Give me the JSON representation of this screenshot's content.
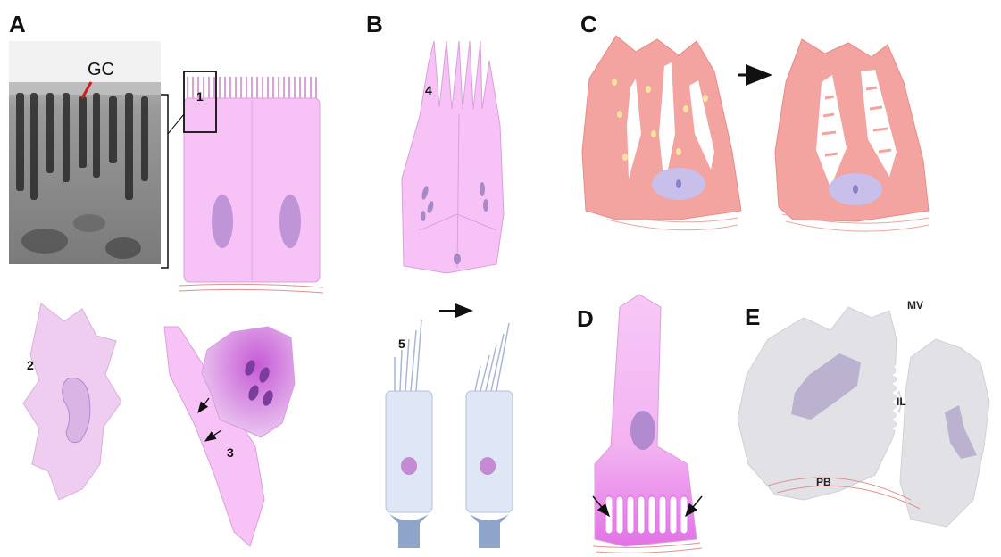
{
  "panels": {
    "a": {
      "letter": "A",
      "callout": "GC",
      "region_number": "1"
    },
    "b": {
      "letter": "B",
      "top_number": "4",
      "bottom_number": "5"
    },
    "c": {
      "letter": "C"
    },
    "d": {
      "letter": "D"
    },
    "e": {
      "letter": "E",
      "labels": {
        "mv": "MV",
        "il": "IL",
        "pb": "PB"
      }
    },
    "bottom_left": {
      "cell_number": "2",
      "cell_pair_number": "3"
    }
  },
  "colors": {
    "pink_cell": "#f7c3f7",
    "pink_border": "#d9a0d9",
    "nucleus_purple": "#b28ad0",
    "salmon_cell": "#f3a3a0",
    "light_blue_cell": "#dfe6f5",
    "grey_cell": "#e2e2e6",
    "arrow": "#111111",
    "callout_red": "#d11a1a"
  }
}
